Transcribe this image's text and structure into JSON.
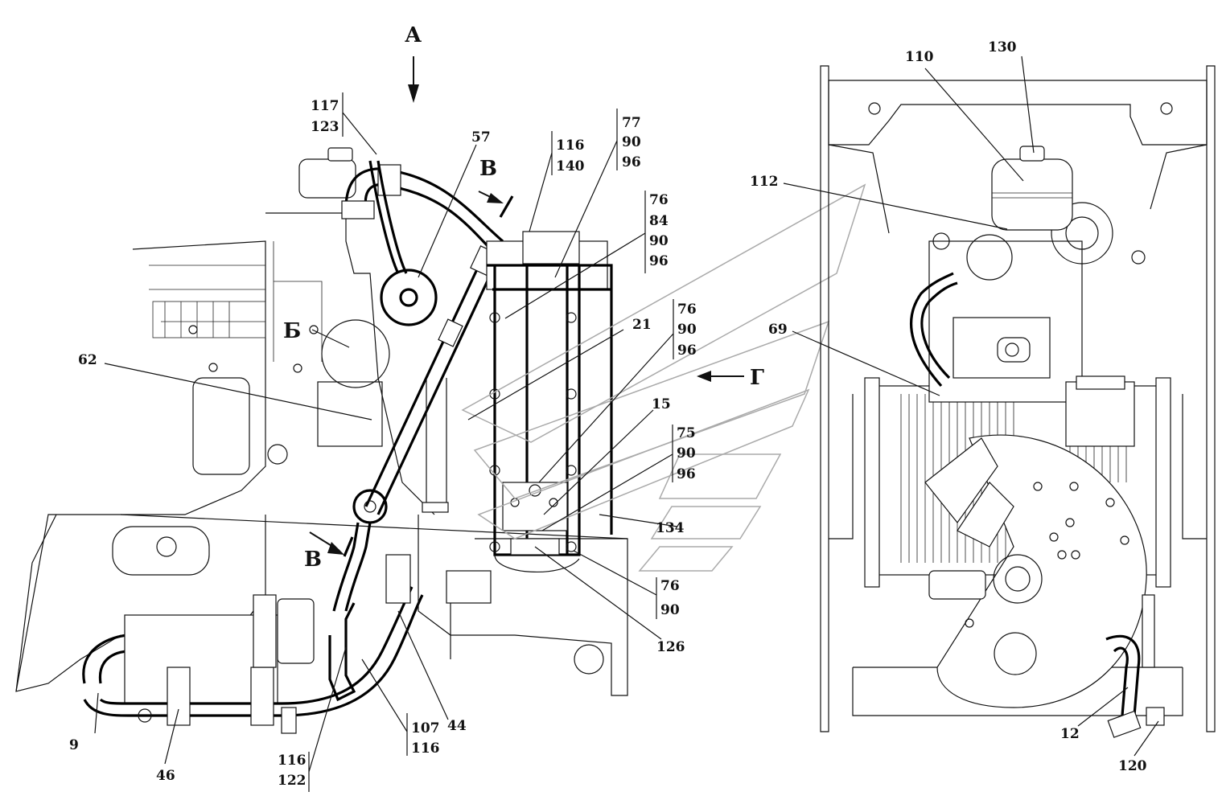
{
  "view_labels": {
    "a": "А",
    "b": "Б",
    "v_top": "В",
    "v_bottom": "В",
    "g": "Г"
  },
  "callouts": {
    "c9": "9",
    "c12": "12",
    "c15": "15",
    "c21": "21",
    "c44": "44",
    "c46": "46",
    "c57": "57",
    "c62": "62",
    "c69": "69",
    "c110": "110",
    "c112": "112",
    "c120": "120",
    "c126": "126",
    "c130": "130",
    "c134": "134"
  },
  "stacks": {
    "s117": [
      "117",
      "123"
    ],
    "s116a": [
      "116",
      "140"
    ],
    "s77": [
      "77",
      "90",
      "96"
    ],
    "s76a": [
      "76",
      "84",
      "90",
      "96"
    ],
    "s76b": [
      "76",
      "90",
      "96"
    ],
    "s75": [
      "75",
      "90",
      "96"
    ],
    "s76c": [
      "76",
      "90"
    ],
    "s107": [
      "107",
      "116"
    ],
    "s116b": [
      "116",
      "122"
    ]
  },
  "colors": {
    "line": "#111111",
    "background": "#ffffff",
    "ghost": "#aaaaaa"
  }
}
